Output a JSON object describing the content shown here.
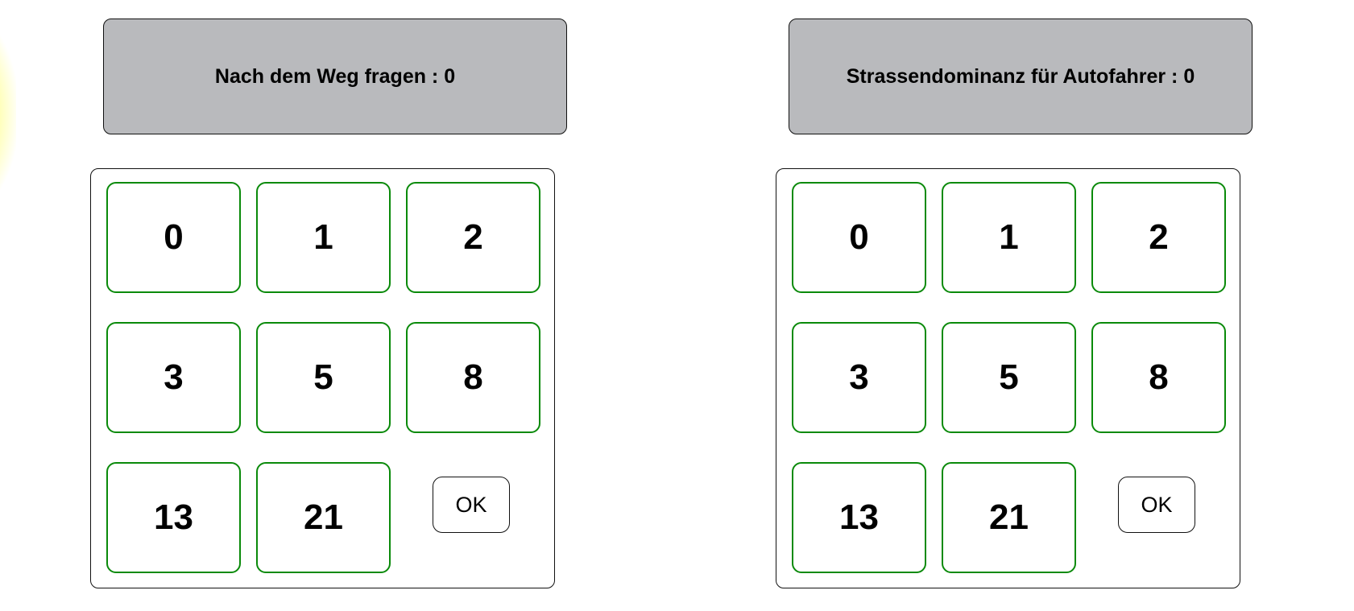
{
  "left": {
    "title": "Nach dem Weg fragen : 0",
    "keys": [
      "0",
      "1",
      "2",
      "3",
      "5",
      "8",
      "13",
      "21"
    ],
    "ok_label": "OK"
  },
  "right": {
    "title": "Strassendominanz für Autofahrer : 0",
    "keys": [
      "0",
      "1",
      "2",
      "3",
      "5",
      "8",
      "13",
      "21"
    ],
    "ok_label": "OK"
  },
  "colors": {
    "title_bg": "#b9babd",
    "key_border": "#0a8a0a",
    "glow": "#ffff00"
  }
}
